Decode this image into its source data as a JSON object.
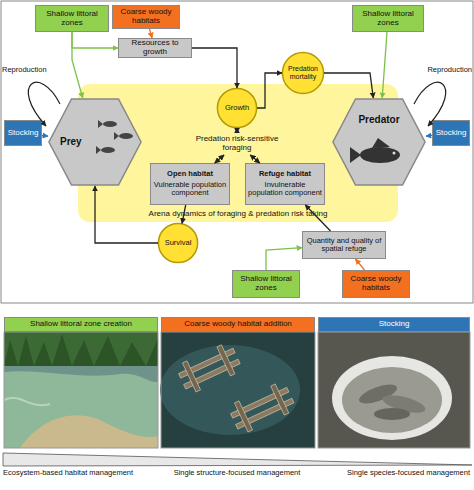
{
  "diagram": {
    "nodes": [
      {
        "text": [
          "Shallow littoral zones"
        ]
      },
      {
        "text": [
          "Coarse woody habitats"
        ]
      },
      {
        "text": [
          "Shallow littoral zones"
        ]
      },
      {
        "text": [
          "Resources to growth"
        ]
      },
      {
        "text": [
          "Predation mortality"
        ]
      },
      {
        "text": [
          "Stocking"
        ]
      },
      {
        "text": [
          "Prey"
        ]
      },
      {
        "text": [
          "Arena dynamics of foraging & predation risk taking"
        ]
      },
      {
        "text": [
          "Growth"
        ],
        "in": 7
      },
      {
        "text": [
          "Predation risk-sensitive foraging"
        ],
        "in": 7
      },
      {
        "text": [
          "Open habitat",
          "Vulnerable population component"
        ],
        "in": 7
      },
      {
        "text": [
          "Refuge habitat",
          "Invulnerable population component"
        ],
        "in": 7
      },
      {
        "text": [
          "Predator"
        ]
      },
      {
        "text": [
          "Stocking"
        ]
      },
      {
        "text": [
          "Survival"
        ]
      },
      {
        "text": [
          "Quantity and quality of spatial refuge"
        ]
      },
      {
        "text": [
          "Shallow littoral zones"
        ]
      },
      {
        "text": [
          "Coarse woody habitats"
        ]
      },
      {
        "text": [
          "Shallow littoral zone creation"
        ]
      },
      {
        "text": [
          "Coarse woody habitat addition"
        ]
      },
      {
        "text": [
          "Stocking"
        ]
      }
    ],
    "edges": [
      {
        "from": 0,
        "to": 3,
        "arrow": "to"
      },
      {
        "from": 0,
        "to": 6,
        "arrow": "to"
      },
      {
        "from": 1,
        "to": 3,
        "arrow": "to"
      },
      {
        "from": 2,
        "to": 12,
        "arrow": "to"
      },
      {
        "from": 3,
        "to": 8,
        "arrow": "to"
      },
      {
        "from": 8,
        "to": 4,
        "arrow": "to"
      },
      {
        "from": 4,
        "to": 12,
        "arrow": "to"
      },
      {
        "from": 5,
        "to": 6,
        "arrow": "to"
      },
      {
        "from": 13,
        "to": 12,
        "arrow": "to"
      },
      {
        "from": 8,
        "to": 9,
        "arrow": "both"
      },
      {
        "from": 9,
        "to": 10,
        "arrow": "both"
      },
      {
        "from": 9,
        "to": 11,
        "arrow": "both"
      },
      {
        "from": 15,
        "to": 11,
        "arrow": "to"
      },
      {
        "from": 10,
        "to": 14,
        "arrow": "to"
      },
      {
        "from": 14,
        "to": 6,
        "arrow": "to"
      },
      {
        "from": 16,
        "to": 15,
        "arrow": "to"
      },
      {
        "from": 17,
        "to": 15,
        "arrow": "to"
      }
    ],
    "labels": [
      "Reproduction",
      "Reproduction",
      "Ecosystem-based habitat management",
      "Single structure-focused management",
      "Single species-focused management"
    ]
  }
}
